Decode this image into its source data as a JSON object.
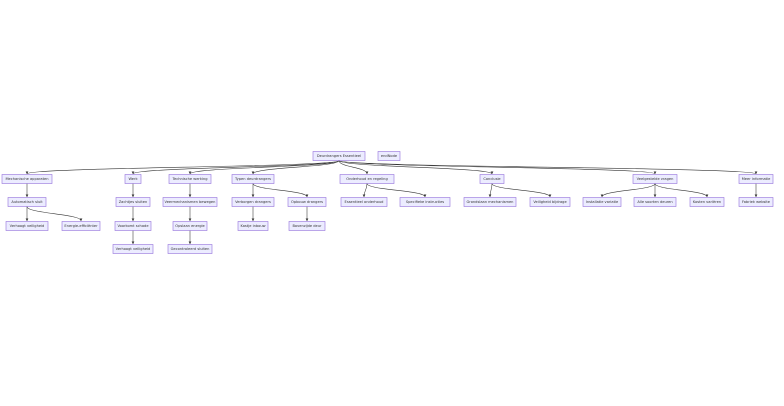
{
  "colors": {
    "node_fill": "#ececff",
    "node_stroke": "#9370db",
    "edge": "#333333",
    "text": "#333333"
  },
  "nodes": {
    "root": "Deurdrangers Essentieel",
    "tag": "endNode",
    "mech": "Mechanische apparaten",
    "auto": "Automatisch sluit",
    "veil1": "Verhoogt veiligheid",
    "energie": "Energie-efficiënter",
    "werk": "Werk",
    "zacht": "Zachtjes sluiten",
    "voorkomt": "Voorkomt schade",
    "veil2": "Verhoogt veiligheid",
    "tech": "Technische werking",
    "veer": "Veermechanismen bewegen",
    "opslaan": "Opslaan energie",
    "gecontrol": "Gecontroleerd sluiten",
    "typen": "Typen deurdrangers",
    "verborgen": "Verborgen drangers",
    "kastje": "Kastje inbouw",
    "opbouw": "Opbouw drangers",
    "bovenzijde": "Bovenzijde deur",
    "onderhoud": "Onderhoud en regeling",
    "essentieel": "Essentieel onderhoud",
    "specifiek": "Specifieke instructies",
    "conclusie": "Conclusie",
    "grondslag": "Grondslaan mechanismen",
    "veilbij": "Veiligheid bijdrage",
    "vaak": "Veelgestelde vragen",
    "installatie": "Installatie variatie",
    "alle": "Alle soorten deuren",
    "kosten": "Kosten varièren",
    "meer": "Meer informatie",
    "fabriek": "Fabriek website"
  }
}
